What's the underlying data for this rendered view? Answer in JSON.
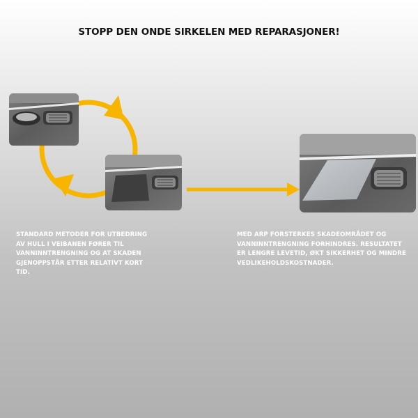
{
  "headline": "STOPP DEN ONDE SIRKELEN MED REPARASJONER!",
  "captions": {
    "standard_method": "STANDARD METODER FOR UTBEDRING AV HULL I VEIBANEN FØRER TIL VANNINNTRENGNING OG AT SKADEN GJENOPPSTÅR ETTER RELATIVT KORT TID.",
    "arp_method": "MED ARP FORSTERKES SKADEOMRÅDET OG VANNINNTRENGNING FORHINDRES. RESULTATET ER LENGRE LEVETID, ØKT SIKKERHET OG MINDRE VEDLIKEHOLDSKOSTNADER."
  },
  "colors": {
    "arrow_accent": "#F7B500",
    "asphalt": "#5f5f5f",
    "caption_text": "#FFFFFF"
  }
}
